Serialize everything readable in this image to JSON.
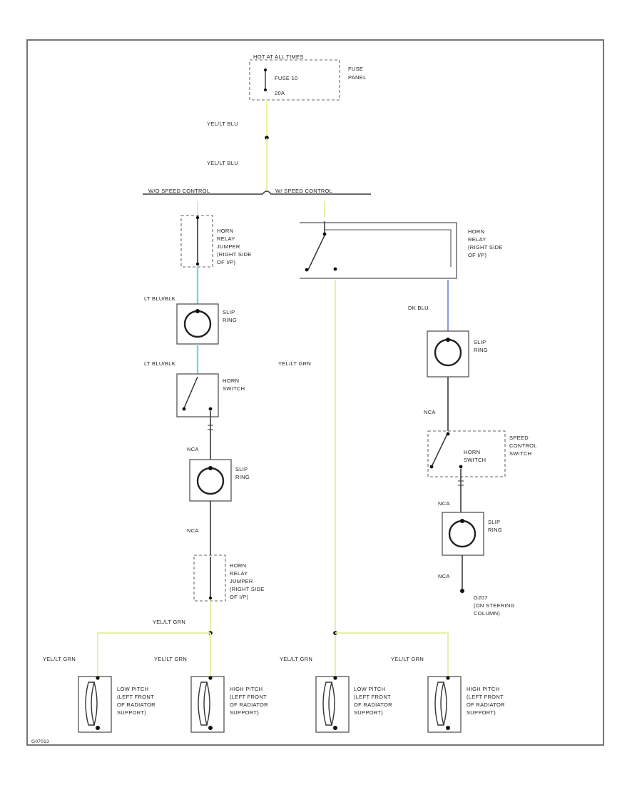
{
  "colors": {
    "yel_blu": "#f3f3a0",
    "yel_grn": "#e0f2a8",
    "lt_blu_blk": "#7fd0de",
    "dk_blu": "#8f95e6",
    "plain": "#3a3a3a"
  },
  "fuse_block": {
    "header": "HOT AT ALL TIMES",
    "fuse": "FUSE 10",
    "rating": "20A",
    "location_1": "FUSE",
    "location_2": "PANEL"
  },
  "wires": {
    "yel_blu_1": "YEL/LT BLU",
    "yel_blu_2": "YEL/LT BLU",
    "wo_speed": "W/O SPEED CONTROL",
    "w_speed": "W/ SPEED CONTROL",
    "lt_blu_blk_1": "LT BLU/BLK",
    "lt_blu_blk_2": "LT BLU/BLK",
    "nca_1": "NCA",
    "nca_2": "NCA",
    "yel_grn_left": "YEL/LT GRN",
    "yel_grn_mid": "YEL/LT GRN",
    "dk_blu": "DK BLU",
    "nca_r1": "NCA",
    "nca_r2": "NCA",
    "nca_r3": "NCA",
    "yel_grn_h1": "YEL/LT GRN",
    "yel_grn_h2": "YEL/LT GRN",
    "yel_grn_h3": "YEL/LT GRN",
    "yel_grn_h4": "YEL/LT GRN"
  },
  "components": {
    "relay_jumper_top": [
      "HORN",
      "RELAY",
      "JUMPER",
      "(RIGHT SIDE",
      "OF I/P)"
    ],
    "horn_relay": [
      "HORN",
      "RELAY",
      "(RIGHT SIDE",
      "OF I/P)"
    ],
    "slip_ring_l1": [
      "SLIP",
      "RING"
    ],
    "horn_switch_l": [
      "HORN",
      "SWITCH"
    ],
    "slip_ring_l2": [
      "SLIP",
      "RING"
    ],
    "relay_jumper_bottom": [
      "HORN",
      "RELAY",
      "JUMPER",
      "(RIGHT SIDE",
      "OF I/P)"
    ],
    "slip_ring_r1": [
      "SLIP",
      "RING"
    ],
    "speed_control_switch": [
      "SPEED",
      "CONTROL",
      "SWITCH"
    ],
    "horn_switch_r": [
      "HORN",
      "SWITCH"
    ],
    "slip_ring_r2": [
      "SLIP",
      "RING"
    ],
    "ground": [
      "G207",
      "(ON STEERING",
      "COLUMN)"
    ],
    "horn_1": [
      "LOW PITCH",
      "(LEFT FRONT",
      "OF RADIATOR",
      "SUPPORT)"
    ],
    "horn_2": [
      "HIGH PITCH",
      "(LEFT FRONT",
      "OF RADIATOR",
      "SUPPORT)"
    ],
    "horn_3": [
      "LOW PITCH",
      "(LEFT FRONT",
      "OF RADIATOR",
      "SUPPORT)"
    ],
    "horn_4": [
      "HIGH PITCH",
      "(LEFT FRONT",
      "OF RADIATOR",
      "SUPPORT)"
    ]
  },
  "figure_id": "G07013"
}
